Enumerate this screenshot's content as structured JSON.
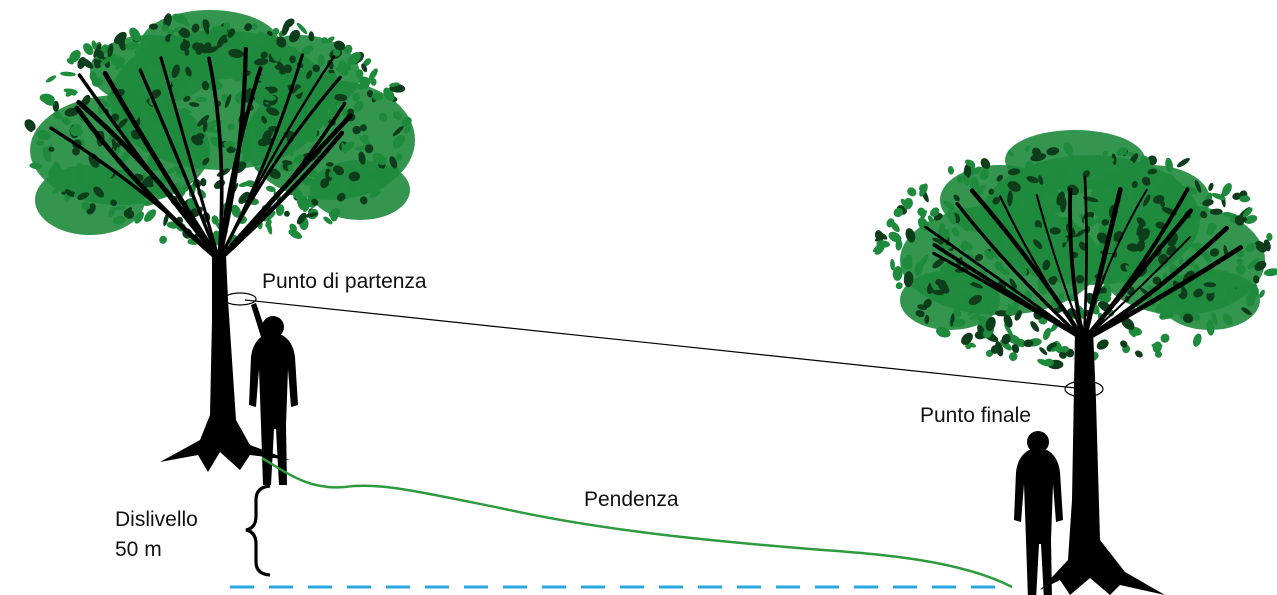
{
  "labels": {
    "start_point": "Punto di partenza",
    "end_point": "Punto finale",
    "slope": "Pendenza",
    "height_difference_line1": "Dislivello",
    "height_difference_line2": "50 m"
  },
  "colors": {
    "foliage": "#1e8a3c",
    "silhouette": "#000000",
    "slope_line": "#2e9a3e",
    "baseline": "#29a8e0",
    "sight_line": "#000000"
  }
}
